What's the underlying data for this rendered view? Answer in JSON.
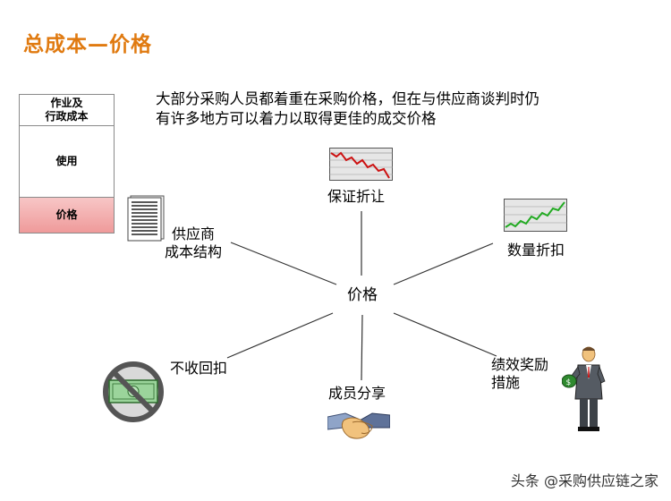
{
  "title": "总成本—价格",
  "intro": {
    "line1": "大部分采购人员都着重在采购价格，但在与供应商谈判时仍",
    "line2": "有许多地方可以着力以取得更佳的成交价格"
  },
  "cost_stack": {
    "top": "作业及\n行政成本",
    "middle": "使用",
    "bottom": "价格"
  },
  "center_label": "价格",
  "nodes": {
    "guarantee_discount": "保证折让",
    "volume_discount": "数量折扣",
    "supplier_cost": "供应商\n成本结构",
    "no_rebate": "不收回扣",
    "member_share": "成员分享",
    "performance_reward": "绩效奖励\n措施"
  },
  "watermark": "头条 @采购供应链之家",
  "colors": {
    "title": "#e07a10",
    "price_segment": "#ef9a9a",
    "down_chart_line": "#cc1111",
    "up_chart_line": "#22aa22"
  },
  "icons": {
    "guarantee_discount": "down-trend-chart-icon",
    "volume_discount": "up-trend-chart-icon",
    "supplier_cost": "document-stack-icon",
    "no_rebate": "no-money-icon",
    "member_share": "handshake-icon",
    "performance_reward": "businessman-money-icon"
  }
}
